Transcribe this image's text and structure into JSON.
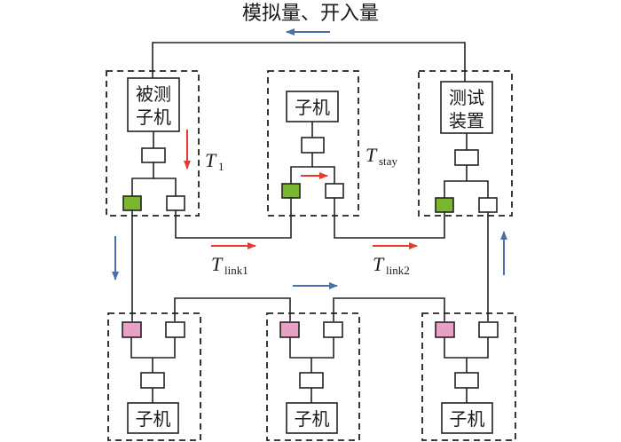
{
  "title": "模拟量、开入量",
  "colors": {
    "line": "#222222",
    "green_port": "#7ab72f",
    "pink_port": "#e8a0c4",
    "white_port": "#ffffff",
    "red_arrow": "#e8392a",
    "blue_arrow": "#4a6fb0"
  },
  "top_nodes": [
    {
      "id": "dut",
      "label_line1": "被测",
      "label_line2": "子机",
      "role": "被测子机"
    },
    {
      "id": "mid",
      "label_line1": "子机",
      "label_line2": "",
      "role": "子机"
    },
    {
      "id": "tester",
      "label_line1": "测试",
      "label_line2": "装置",
      "role": "测试装置"
    }
  ],
  "bottom_nodes": [
    {
      "id": "b1",
      "label": "子机"
    },
    {
      "id": "b2",
      "label": "子机"
    },
    {
      "id": "b3",
      "label": "子机"
    }
  ],
  "labels": {
    "t1": {
      "main": "T",
      "sub": "1"
    },
    "tstay": {
      "main": "T",
      "sub": "stay"
    },
    "tlink1": {
      "main": "T",
      "sub": "link1"
    },
    "tlink2": {
      "main": "T",
      "sub": "link2"
    }
  },
  "arrows": [
    {
      "name": "feedback-arrow",
      "direction": "left",
      "color": "blue"
    },
    {
      "name": "t1-arrow",
      "direction": "down",
      "color": "red"
    },
    {
      "name": "tstay-arrow",
      "direction": "right",
      "color": "red"
    },
    {
      "name": "tlink1-arrow",
      "direction": "right",
      "color": "red"
    },
    {
      "name": "tlink2-arrow",
      "direction": "right",
      "color": "red"
    },
    {
      "name": "ring-down-arrow",
      "direction": "down",
      "color": "blue"
    },
    {
      "name": "ring-right-arrow",
      "direction": "right",
      "color": "blue"
    },
    {
      "name": "ring-up-arrow",
      "direction": "up",
      "color": "blue"
    }
  ]
}
